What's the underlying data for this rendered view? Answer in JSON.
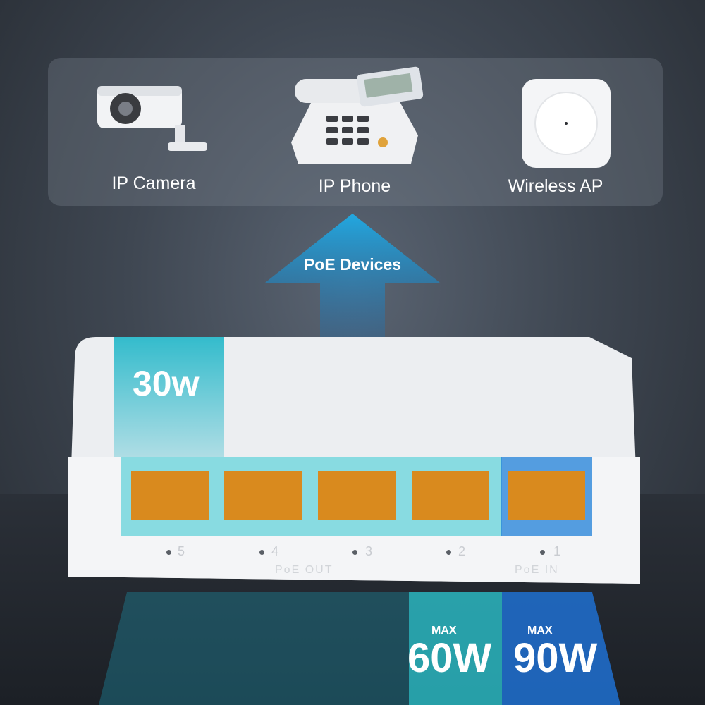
{
  "devices": [
    {
      "label": "IP Camera",
      "icon": "ip-camera-icon"
    },
    {
      "label": "IP Phone",
      "icon": "ip-phone-icon"
    },
    {
      "label": "Wireless AP",
      "icon": "wireless-ap-icon"
    }
  ],
  "arrow_label": "PoE Devices",
  "port_power": "30w",
  "max_label": "MAX",
  "max_out": "60W",
  "max_in": "90W",
  "ports": [
    "5",
    "4",
    "3",
    "2",
    "1"
  ],
  "label_out": "PoE OUT",
  "label_in": "PoE IN",
  "colors": {
    "accent_teal": "#20c0c8",
    "accent_blue": "#1e90e0",
    "switch": "#eef0f3",
    "port": "#d98a1e"
  }
}
